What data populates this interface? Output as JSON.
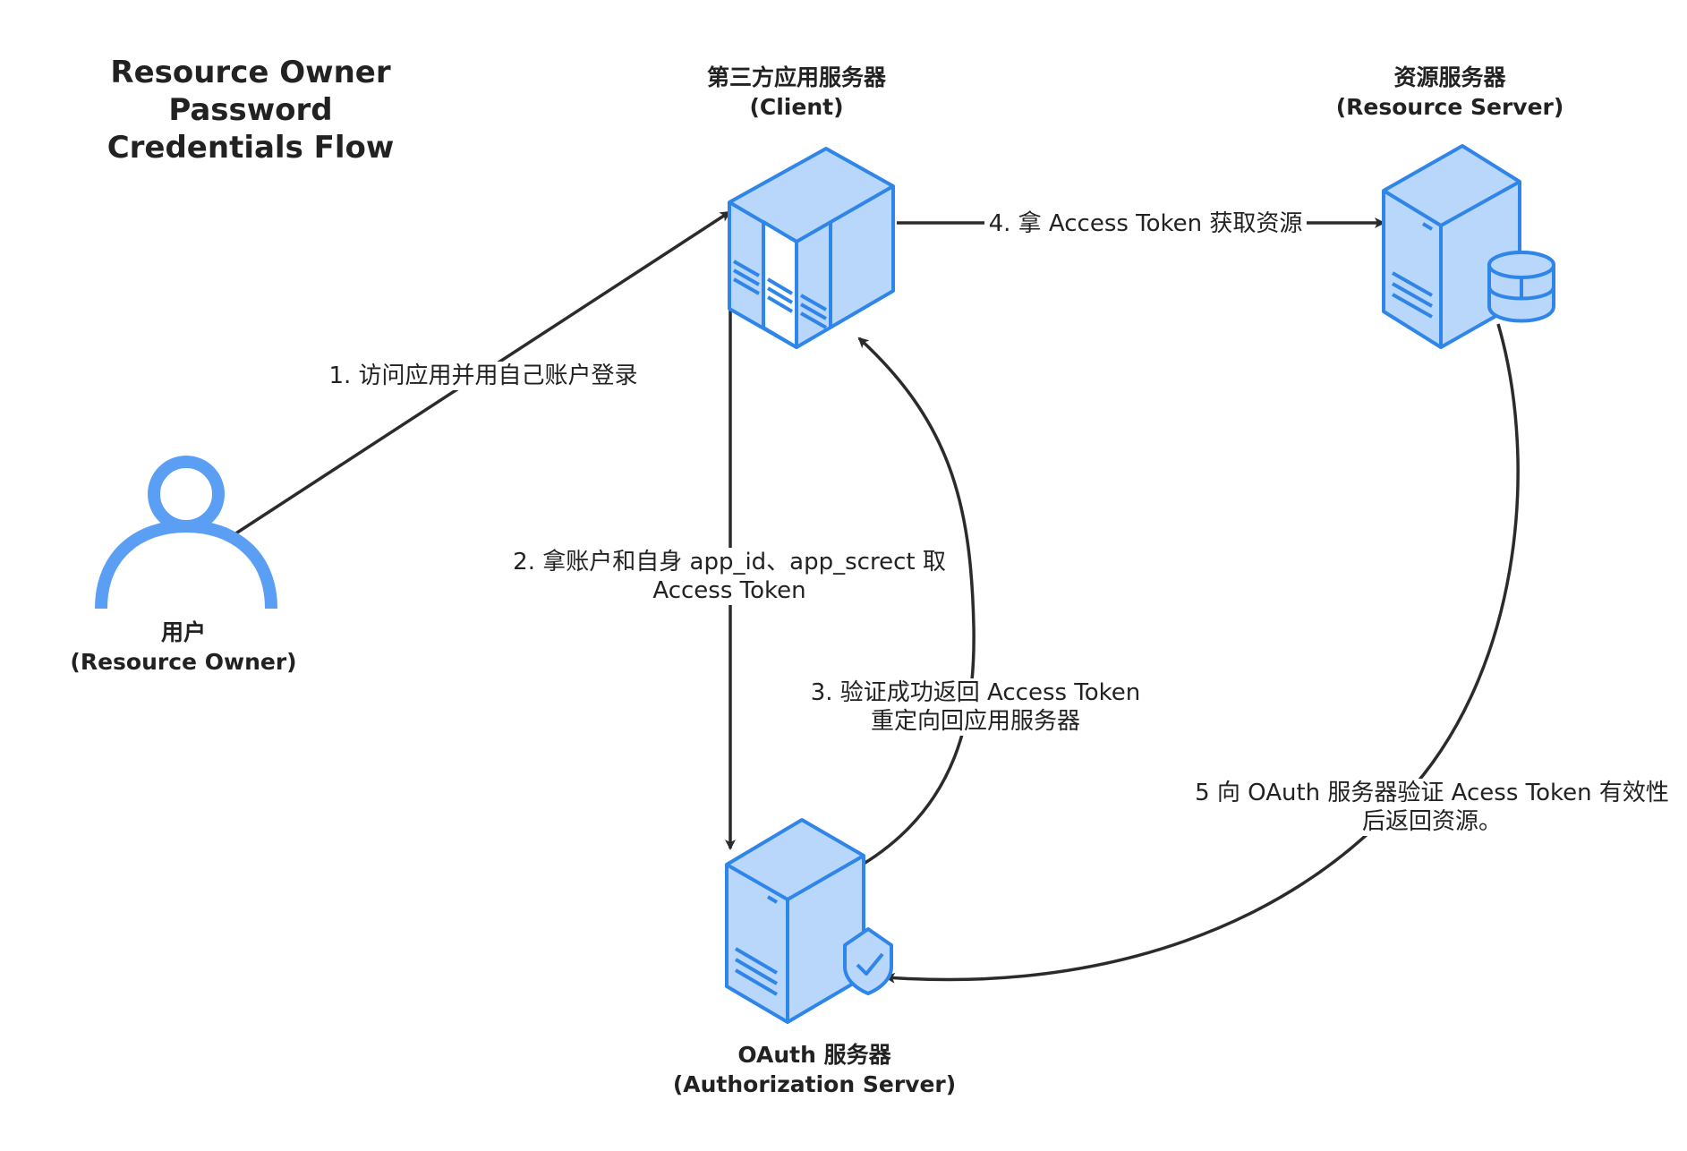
{
  "title": {
    "line1": "Resource Owner Password",
    "line2": "Credentials Flow"
  },
  "nodes": {
    "user": {
      "name": "用户",
      "role": "(Resource Owner)",
      "icon": "user-icon"
    },
    "client": {
      "name": "第三方应用服务器",
      "role": "(Client)",
      "icon": "server-rack-icon"
    },
    "resource_server": {
      "name": "资源服务器",
      "role": "(Resource Server)",
      "icon": "server-database-icon"
    },
    "auth_server": {
      "name": "OAuth 服务器",
      "role": "(Authorization Server)",
      "icon": "server-shield-icon"
    }
  },
  "edges": {
    "step1": {
      "line1": "1. 访问应用并用自己账户登录"
    },
    "step2": {
      "line1": "2. 拿账户和自身 app_id、app_screct 取",
      "line2": "Access Token"
    },
    "step3": {
      "line1": "3. 验证成功返回 Access Token",
      "line2": "重定向回应用服务器"
    },
    "step4": {
      "line1": "4. 拿 Access Token 获取资源"
    },
    "step5": {
      "line1": "5 向 OAuth 服务器验证 Acess Token 有效性",
      "line2": "后返回资源。"
    }
  },
  "colors": {
    "icon_stroke": "#2f86e8",
    "icon_fill": "#b9d7fb",
    "user_icon": "#5b9ff5",
    "arrow": "#2b2b2b"
  }
}
